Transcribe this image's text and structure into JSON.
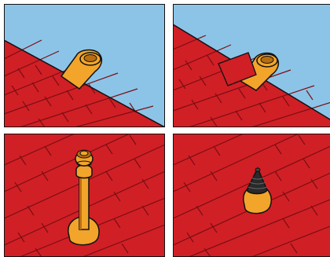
{
  "figure": {
    "kind": "4-step illustration",
    "panels": [
      {
        "id": "step-1",
        "scene": "roof-edge-sky",
        "vent": "flanged-collar"
      },
      {
        "id": "step-2",
        "scene": "roof-edge-sky-shingle-over-flange",
        "vent": "flanged-collar"
      },
      {
        "id": "step-3",
        "scene": "roof-closeup",
        "vent": "pipe-vent-stack"
      },
      {
        "id": "step-4",
        "scene": "roof-closeup",
        "vent": "cone-vent-cap"
      }
    ],
    "colors": {
      "sky": "#8cc4e8",
      "shingle": "#d11f26",
      "shingle_line": "#7a0f12",
      "vent": "#f2a52a",
      "vent_dark": "#b86e10",
      "outline": "#111111",
      "cap": "#2a2a2a"
    }
  }
}
